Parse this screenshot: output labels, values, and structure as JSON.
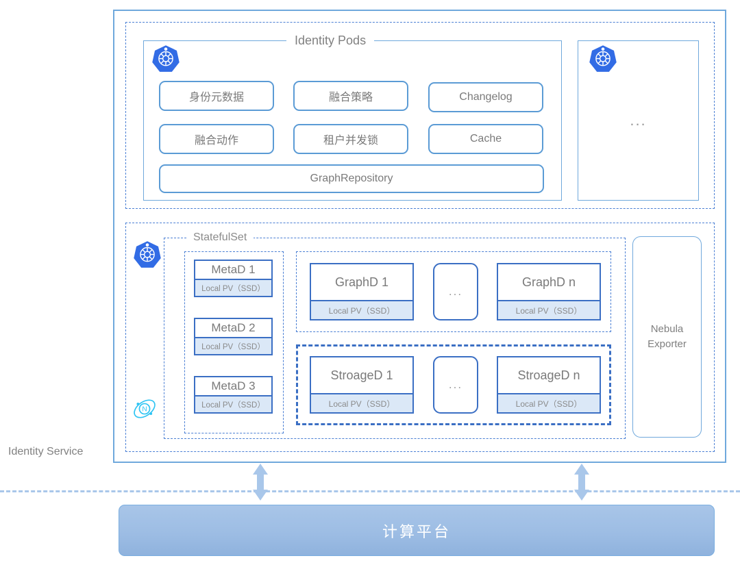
{
  "diagram": {
    "outer_label": "Identity Service",
    "pods_section": {
      "legend": "Identity Pods",
      "modules": [
        "身份元数据",
        "融合策略",
        "Changelog",
        "融合动作",
        "租户并发锁",
        "Cache",
        "GraphRepository"
      ],
      "ellipsis_pod": "..."
    },
    "statefulset_section": {
      "legend": "StatefulSet",
      "metad_nodes": [
        {
          "title": "MetaD 1",
          "pv": "Local PV（SSD）"
        },
        {
          "title": "MetaD 2",
          "pv": "Local PV（SSD）"
        },
        {
          "title": "MetaD 3",
          "pv": "Local PV（SSD）"
        }
      ],
      "graphd_nodes": [
        {
          "title": "GraphD 1",
          "pv": "Local PV（SSD）"
        },
        {
          "title": "GraphD n",
          "pv": "Local PV（SSD）"
        }
      ],
      "storaged_nodes": [
        {
          "title": "StroageD 1",
          "pv": "Local PV（SSD）"
        },
        {
          "title": "StroageD n",
          "pv": "Local PV（SSD）"
        }
      ],
      "graphd_ellipsis": "...",
      "storaged_ellipsis": "...",
      "exporter_line1": "Nebula",
      "exporter_line2": "Exporter"
    },
    "platform": {
      "label": "计算平台"
    },
    "icons": {
      "kubernetes": "kubernetes-icon",
      "nebula": "nebula-graph-icon",
      "arrow": "bidirectional-arrow-icon"
    },
    "colors": {
      "outer_border": "#6fa8dc",
      "dashed_blue": "#4a7fd4",
      "node_border": "#3b6fc4",
      "pv_fill": "#dbe8f7",
      "module_border": "#5b9bd5",
      "platform_fill": "#9dbde4",
      "text_gray": "#7f7f7f",
      "k8s_blue": "#326ce5",
      "nebula_cyan": "#2ec4f3",
      "arrow_blue": "#a9c7ea"
    }
  }
}
